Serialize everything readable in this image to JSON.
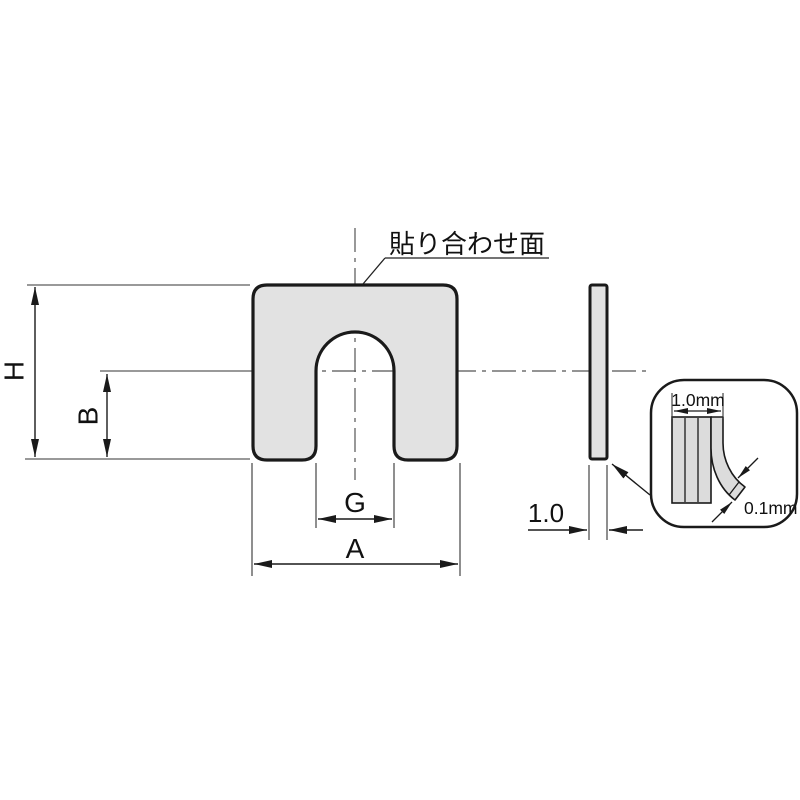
{
  "drawing": {
    "surface_label": "貼り合わせ面",
    "front_view": {
      "height_label": "H",
      "slot_depth_label": "B",
      "slot_width_label": "G",
      "width_label": "A"
    },
    "side_view": {
      "thickness_label": "1.0"
    },
    "detail_view": {
      "stack_width_label": "1.0mm",
      "layer_thickness_label": "0.1mm"
    },
    "colors": {
      "part_fill": "#e2e2e2",
      "line_color": "#1a1a1a"
    }
  }
}
